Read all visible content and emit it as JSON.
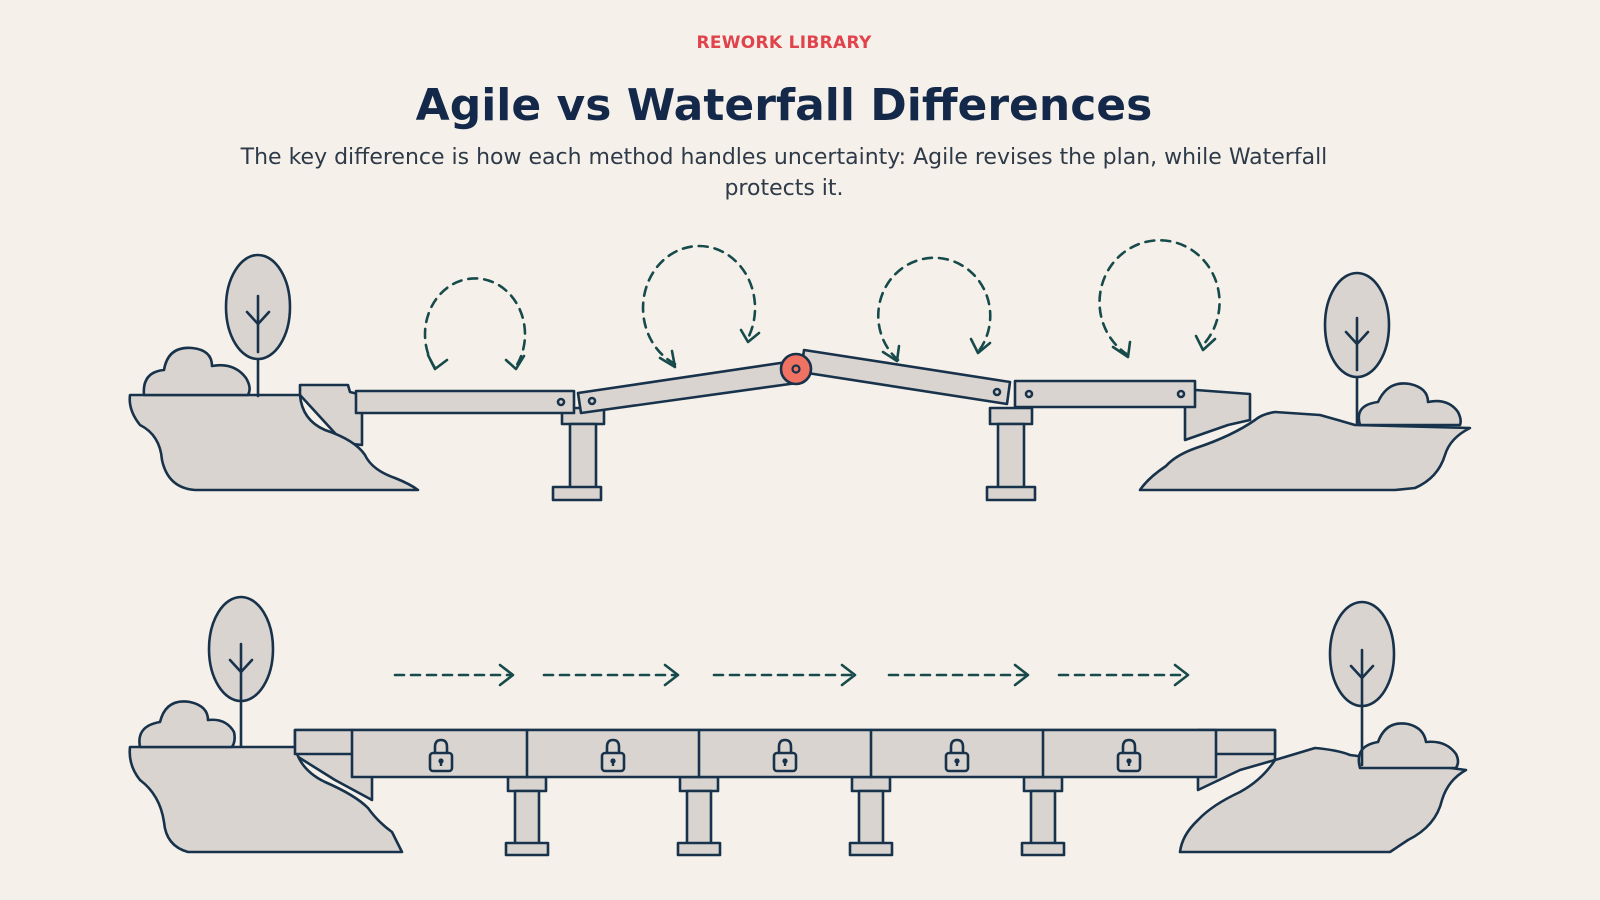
{
  "header": {
    "eyebrow": "REWORK LIBRARY",
    "title": "Agile vs Waterfall Differences",
    "subtitle": "The key difference is how each method handles uncertainty: Agile revises the plan, while Waterfall protects it."
  },
  "colors": {
    "background": "#f5f1ea",
    "ink": "#17324a",
    "fill": "#d9d4cf",
    "accent": "#e0434b",
    "hinge": "#f07262",
    "arrow": "#174a4a"
  },
  "icons": {
    "revise": "circular-arrow-icon",
    "forward": "dashed-arrow-right-icon",
    "locked": "padlock-icon",
    "hinge": "hinge-joint-icon"
  },
  "agile_bridge": {
    "segments": 4,
    "revision_loops": 4
  },
  "waterfall_bridge": {
    "segments": 5,
    "locked_segments": 5,
    "forward_arrows": 5
  }
}
